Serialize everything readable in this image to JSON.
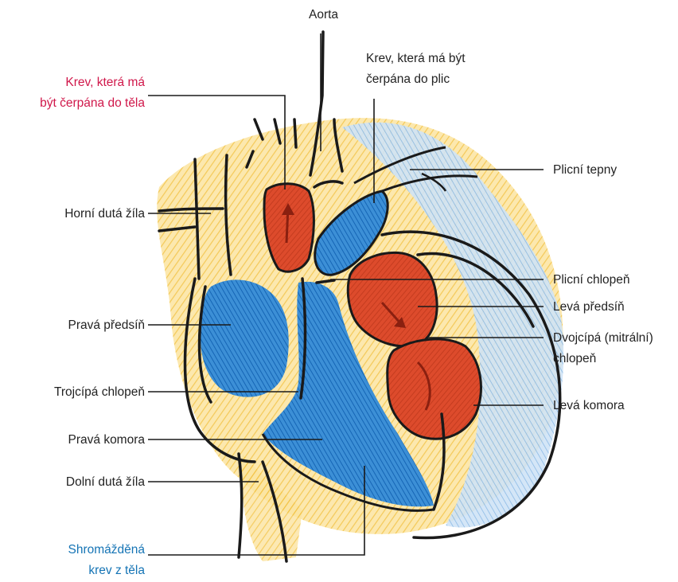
{
  "colors": {
    "red_label": "#d0174a",
    "blue_label": "#1574b5",
    "text": "#222222",
    "oxygenated": "#d9442a",
    "deoxygenated": "#1f78c8",
    "wall": "#f4c542"
  },
  "labels": {
    "aorta": "Aorta",
    "blood_to_lungs_l1": "Krev, která má být",
    "blood_to_lungs_l2": "čerpána do plic",
    "blood_to_body_l1": "Krev, která má",
    "blood_to_body_l2": "být čerpána do těla",
    "pulmonary_arteries": "Plicní tepny",
    "superior_vena_cava": "Horní dutá žíla",
    "pulmonary_valve": "Plicní chlopeň",
    "left_atrium": "Levá předsíň",
    "right_atrium": "Pravá předsíň",
    "mitral_valve_l1": "Dvojcípá (mitrální)",
    "mitral_valve_l2": "chlopeň",
    "tricuspid_valve": "Trojcípá chlopeň",
    "left_ventricle": "Levá komora",
    "right_ventricle": "Pravá komora",
    "inferior_vena_cava": "Dolní dutá žíla",
    "collected_blood_l1": "Shromážděná",
    "collected_blood_l2": "krev z těla"
  }
}
